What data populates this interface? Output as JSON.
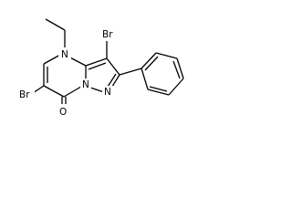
{
  "molecule": {
    "atoms": {
      "br_left": "Br",
      "br_top": "Br",
      "n4": "N",
      "n1": "N",
      "n2": "N",
      "o": "O"
    }
  }
}
